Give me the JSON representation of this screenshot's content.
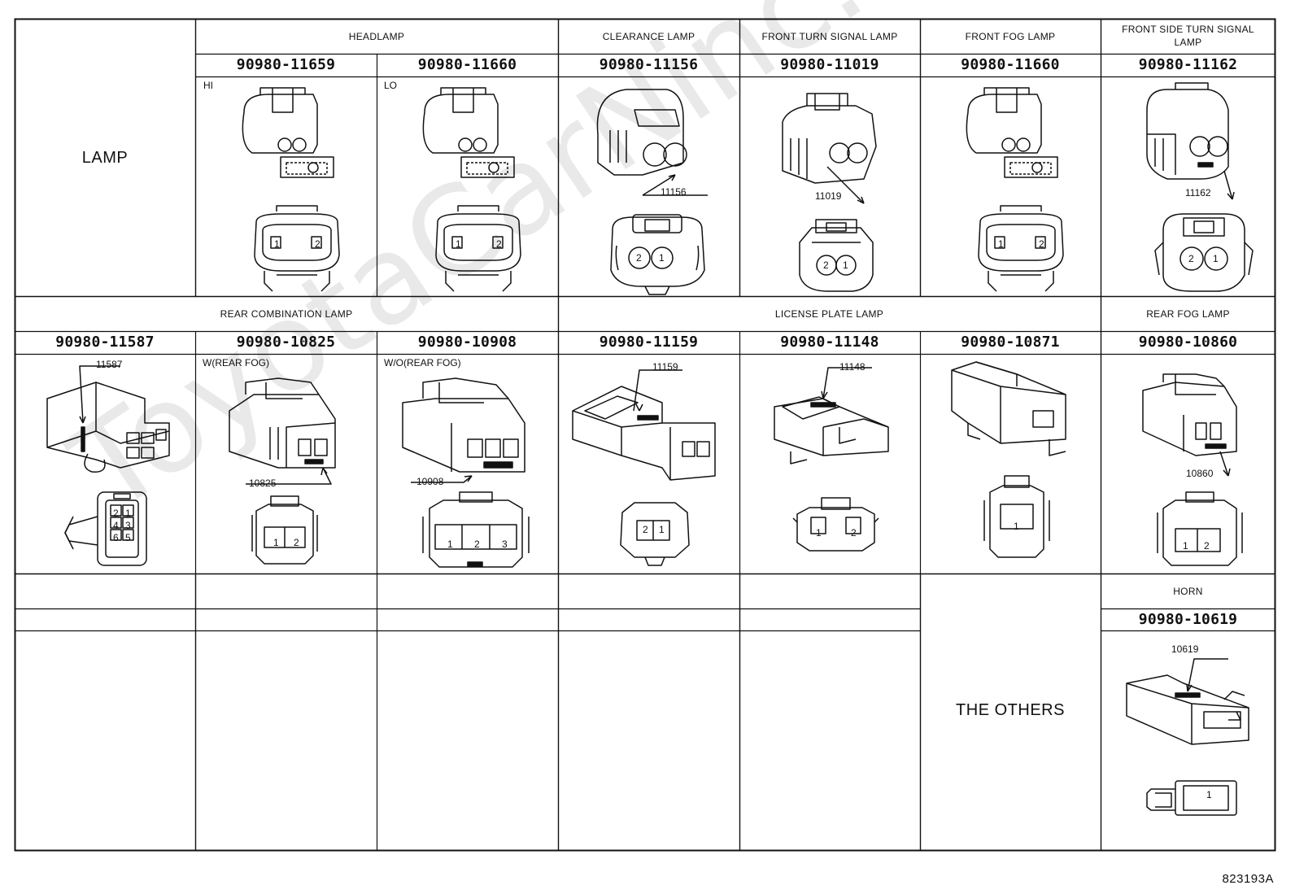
{
  "watermark": "ToyotaCarNinc.ru",
  "row1": {
    "group_label": "LAMP",
    "sections": [
      {
        "label": "HEADLAMP"
      },
      {
        "label": "CLEARANCE LAMP"
      },
      {
        "label": "FRONT TURN SIGNAL LAMP"
      },
      {
        "label": "FRONT FOG LAMP"
      },
      {
        "label": "FRONT SIDE TURN SIGNAL LAMP"
      }
    ],
    "connectors": [
      {
        "part_number": "90980-11659",
        "variant": "HI",
        "pins": [
          "1",
          "2"
        ]
      },
      {
        "part_number": "90980-11660",
        "variant": "LO",
        "pins": [
          "1",
          "2"
        ]
      },
      {
        "part_number": "90980-11156",
        "code": "11156",
        "pins": [
          "2",
          "1"
        ]
      },
      {
        "part_number": "90980-11019",
        "code": "11019",
        "pins": [
          "2",
          "1"
        ]
      },
      {
        "part_number": "90980-11660",
        "pins": [
          "1",
          "2"
        ]
      },
      {
        "part_number": "90980-11162",
        "code": "11162",
        "pins": [
          "2",
          "1"
        ]
      }
    ]
  },
  "row2": {
    "sections": [
      {
        "label": "REAR COMBINATION LAMP"
      },
      {
        "label": "LICENSE PLATE LAMP"
      },
      {
        "label": "REAR FOG LAMP"
      }
    ],
    "connectors": [
      {
        "part_number": "90980-11587",
        "code": "11587",
        "pins": [
          "2",
          "1",
          "4",
          "3",
          "6",
          "5"
        ]
      },
      {
        "part_number": "90980-10825",
        "variant": "W(REAR FOG)",
        "code": "10825",
        "pins": [
          "1",
          "2"
        ]
      },
      {
        "part_number": "90980-10908",
        "variant": "W/O(REAR FOG)",
        "code": "10908",
        "pins": [
          "1",
          "2",
          "3"
        ]
      },
      {
        "part_number": "90980-11159",
        "code": "11159",
        "pins": [
          "2",
          "1"
        ]
      },
      {
        "part_number": "90980-11148",
        "code": "11148",
        "pins": [
          "1",
          "2"
        ]
      },
      {
        "part_number": "90980-10871",
        "pins": [
          "1"
        ]
      },
      {
        "part_number": "90980-10860",
        "code": "10860",
        "pins": [
          "1",
          "2"
        ]
      }
    ]
  },
  "row3": {
    "group_label": "THE OTHERS",
    "sections": [
      {
        "label": "HORN"
      }
    ],
    "connectors": [
      {
        "part_number": "90980-10619",
        "code": "10619",
        "pins": [
          "1"
        ]
      }
    ]
  },
  "figure_id": "823193A"
}
